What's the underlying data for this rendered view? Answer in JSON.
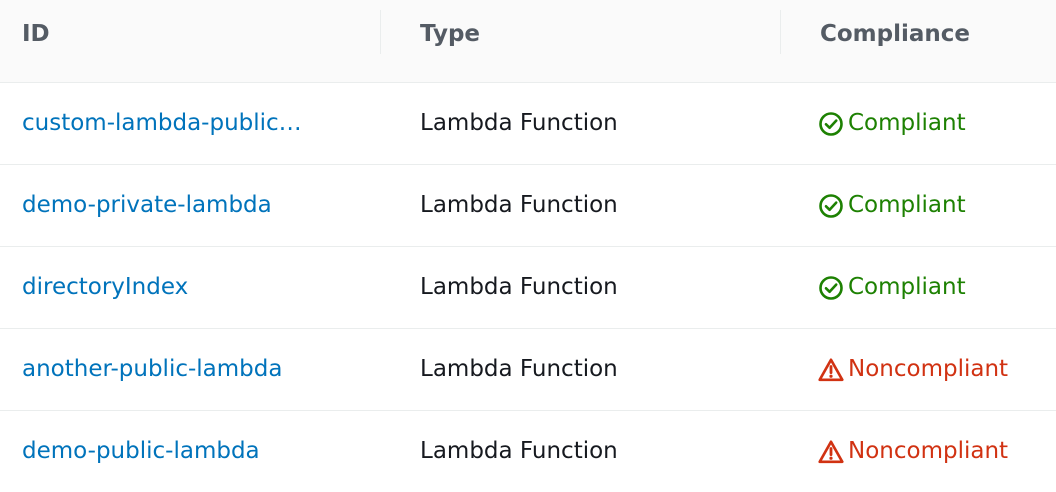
{
  "table": {
    "columns": {
      "id": "ID",
      "type": "Type",
      "compliance": "Compliance"
    },
    "rows": [
      {
        "id": "custom-lambda-public…",
        "type": "Lambda Function",
        "compliance": "Compliant",
        "status_icon": "check-circle-icon"
      },
      {
        "id": "demo-private-lambda",
        "type": "Lambda Function",
        "compliance": "Compliant",
        "status_icon": "check-circle-icon"
      },
      {
        "id": "directoryIndex",
        "type": "Lambda Function",
        "compliance": "Compliant",
        "status_icon": "check-circle-icon"
      },
      {
        "id": "another-public-lambda",
        "type": "Lambda Function",
        "compliance": "Noncompliant",
        "status_icon": "warning-triangle-icon"
      },
      {
        "id": "demo-public-lambda",
        "type": "Lambda Function",
        "compliance": "Noncompliant",
        "status_icon": "warning-triangle-icon"
      }
    ]
  },
  "colors": {
    "link": "#0073bb",
    "compliant": "#1d8102",
    "noncompliant": "#d13212",
    "header_bg": "#fafafa",
    "header_text": "#545b64",
    "divider": "#eaeded"
  }
}
